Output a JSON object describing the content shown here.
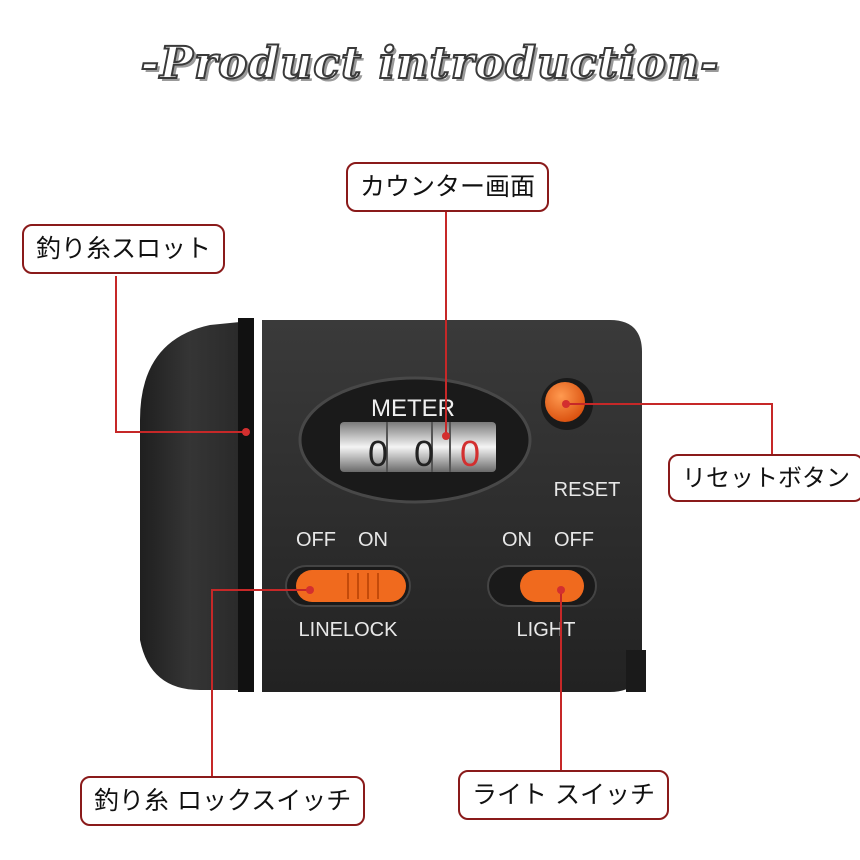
{
  "title": "-Product introduction-",
  "callouts": {
    "counter_screen": "カウンター画面",
    "line_slot": "釣り糸スロット",
    "reset_button": "リセットボタン",
    "line_lock_switch": "釣り糸 ロックスイッチ",
    "light_switch": "ライト スイッチ"
  },
  "device": {
    "meter_label": "METER",
    "digits": [
      "0",
      "0",
      "0"
    ],
    "reset_label": "RESET",
    "linelock": {
      "off": "OFF",
      "on": "ON",
      "name": "LINELOCK"
    },
    "light": {
      "on": "ON",
      "off": "OFF",
      "name": "LIGHT"
    }
  },
  "colors": {
    "body": "#2d2d2d",
    "accent_orange": "#f06a1e",
    "callout_border": "#8a1a1a",
    "leader_line": "#c62828"
  }
}
